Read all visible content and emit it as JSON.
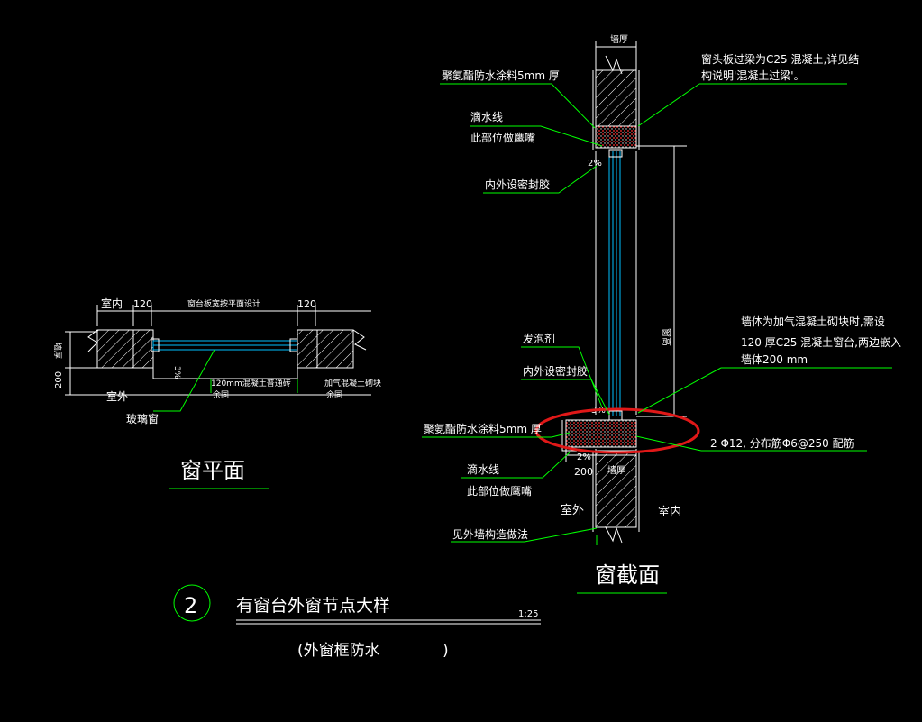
{
  "colors": {
    "background": "#000000",
    "leader": "#00ff00",
    "text": "#ffffff",
    "wall": "#ffffff",
    "glass": "#00bfff",
    "highlight": "#e01818",
    "concrete": "#ff3030",
    "dim": "#cccccc"
  },
  "section": {
    "wall_thickness_label": "墙厚",
    "wall_thickness_label_bottom": "墙厚",
    "window_height_label": "窗高",
    "dim_200": "200",
    "slope_top": "2%",
    "slope_mid": "3%",
    "slope_bottom": "2%",
    "label_outside": "室外",
    "label_inside": "室内",
    "title": "窗截面",
    "notes": {
      "top_left_1": "聚氨酯防水涂料5mm  厚",
      "top_left_2": "滴水线",
      "top_left_3": "此部位做鹰嘴",
      "top_left_4": "内外设密封胶",
      "top_right_1": "窗头板过梁为C25  混凝土,详见结",
      "top_right_2": "构说明'混凝土过梁'。",
      "mid_left_1": "发泡剂",
      "mid_left_2": "内外设密封胶",
      "mid_left_3": "聚氨酯防水涂料5mm  厚",
      "mid_right_1": "墙体为加气混凝土砌块时,需设",
      "mid_right_2": "120  厚C25  混凝土窗台,两边嵌入",
      "mid_right_3": "墙体200   mm",
      "rebar": "2 Φ12, 分布筋Φ6@250  配筋",
      "bottom_left_1": "滴水线",
      "bottom_left_2": "此部位做鹰嘴",
      "bottom_left_3": "见外墙构造做法"
    }
  },
  "plan": {
    "label_inside": "室内",
    "dim_left": "120",
    "dim_center": "窗台板宽按平面设计",
    "dim_right": "120",
    "dim_wall": "墙厚",
    "dim_200": "200",
    "slope": "3%",
    "note_brick": "120mm混凝土普通砖",
    "note_brick_sub": "余同",
    "note_block": "加气混凝土砌块",
    "note_block_sub": "余同",
    "label_outside": "室外",
    "label_glass": "玻璃窗",
    "title": "窗平面"
  },
  "detail": {
    "number": "2",
    "title": "有窗台外窗节点大样",
    "scale": "1:25",
    "subtitle_open": "(外窗框防水",
    "subtitle_close": ")"
  }
}
